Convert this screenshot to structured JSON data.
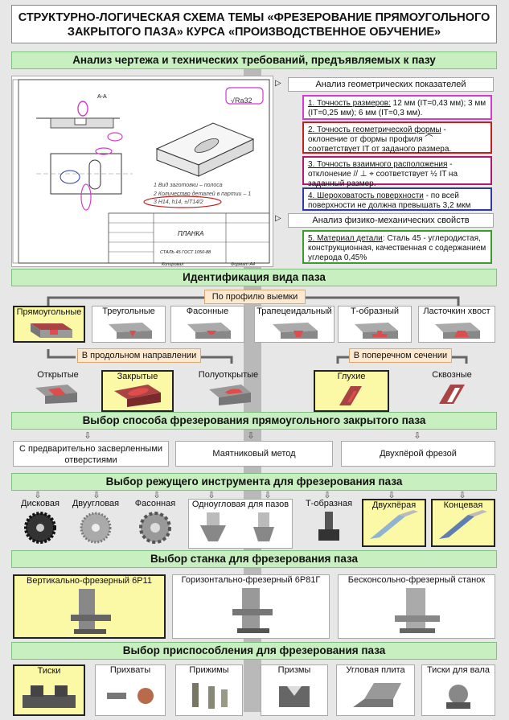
{
  "title": "СТРУКТУРНО-ЛОГИЧЕСКАЯ СХЕМА ТЕМЫ «ФРЕЗЕРОВАНИЕ ПРЯМОУГОЛЬНОГО ЗАКРЫТОГО ПАЗА» КУРСА «ПРОИЗВОДСТВЕННОЕ ОБУЧЕНИЕ»",
  "sections": {
    "analysis": "Анализ чертежа и технических требований, предъявляемых к пазу",
    "identification": "Идентификация вида паза",
    "method": "Выбор способа фрезерования прямоугольного закрытого паза",
    "tool": "Выбор режущего инструмента для фрезерования паза",
    "machine": "Выбор станка для фрезерования паза",
    "fixture": "Выбор приспособления для фрезерования паза"
  },
  "drawing": {
    "roughness": "√Ra32",
    "note1": "1  Вид заготовки – полоса",
    "note2": "2  Количество деталей в партии – 1",
    "note3": "3  Н14, h14, ±IT14/2",
    "part_name": "ПЛАНКА",
    "material": "СТАЛЬ 45 ГОСТ 1050-88",
    "sheet_format": "Формат  А4",
    "copied": "Копировал",
    "section_label": "А-А"
  },
  "geometry": {
    "header": "Анализ геометрических показателей",
    "items": [
      {
        "title": "1. Точность размеров:",
        "text": " 12 мм (IT=0,43 мм); 3 мм (IT=0,25 мм); 6 мм (IT=0,3 мм)."
      },
      {
        "title": "2. Точность геометрической формы",
        "text": " - оклонение от формы профиля ⌒ соответствует IT от заданого размера."
      },
      {
        "title": "3. Точность взаимного расположения",
        "text": " - отклонение // ⊥ ⌖ соответствует ½ IT на заданный размер."
      },
      {
        "title": "4. Шероховатость поверхности",
        "text": " - по всей поверхности не должна превышать 3,2 мкм"
      }
    ]
  },
  "physical": {
    "header": "Анализ физико-механических свойств",
    "title": "5. Материал детали",
    "text": ": Сталь 45 - углеродистая, конструкционная, качественная с содержанием углерода 0,45%"
  },
  "by_profile": {
    "label": "По профилю выемки",
    "items": [
      "Прямоугольные",
      "Треугольные",
      "Фасонные",
      "Трапецеидальный",
      "Т-образный",
      "Ласточкин хвост"
    ]
  },
  "longitudinal": {
    "label": "В продольном направлении",
    "items": [
      "Открытые",
      "Закрытые",
      "Полуоткрытые"
    ]
  },
  "transverse": {
    "label": "В поперечном сечении",
    "items": [
      "Глухие",
      "Сквозные"
    ]
  },
  "methods": [
    "С предварительно засверленными отверстиями",
    "Маятниковый метод",
    "Двухпёрой фрезой"
  ],
  "tools": [
    "Дисковая",
    "Двуугловая",
    "Фасонная",
    "Одноугловая для пазов",
    "Т-образная",
    "Двухпёрая",
    "Концевая"
  ],
  "machines": [
    "Вертикально-фрезерный 6Р11",
    "Горизонтально-фрезерный 6Р81Г",
    "Бесконсольно-фрезерный станок"
  ],
  "fixtures": [
    "Тиски",
    "Прихваты",
    "Прижимы",
    "Призмы",
    "Угловая плита",
    "Тиски для вала"
  ],
  "colors": {
    "band": "#c8efbf",
    "highlight": "#fbf8a6",
    "tag": "#fde9cf",
    "slot": "#e04b4b"
  }
}
